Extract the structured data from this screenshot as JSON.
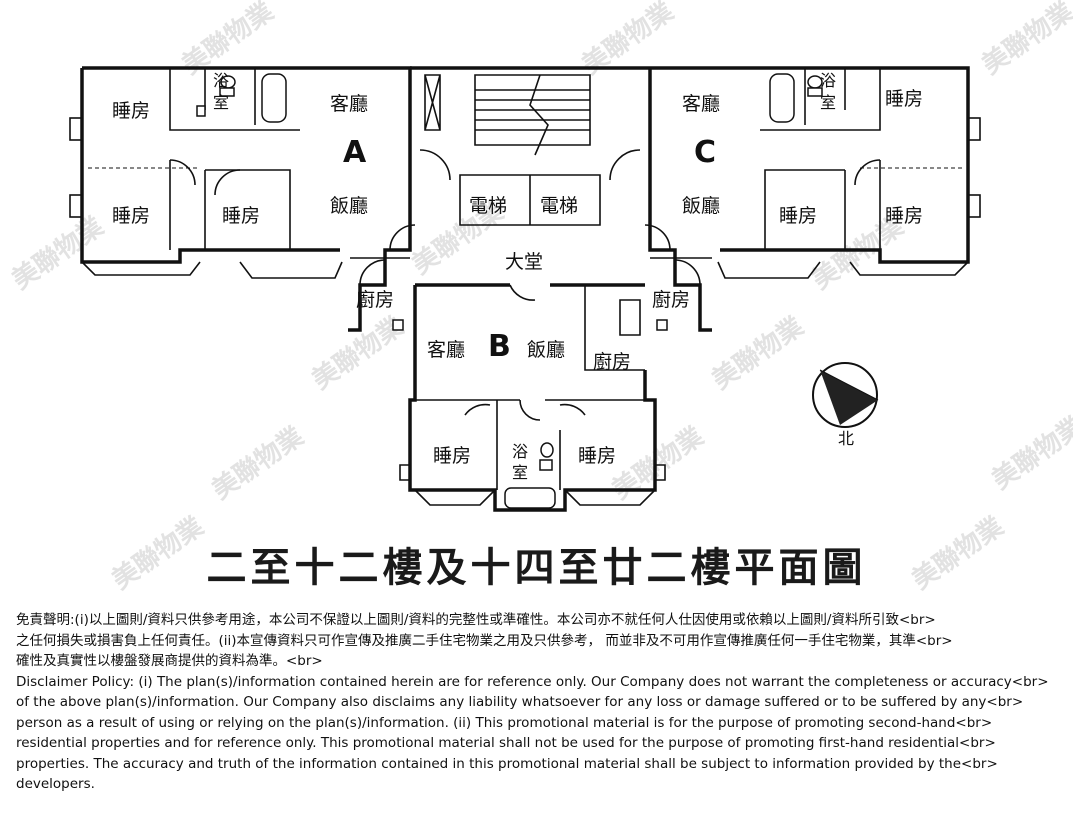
{
  "plan": {
    "units": {
      "a": "A",
      "b": "B",
      "c": "C"
    },
    "rooms": {
      "bedroom": "睡房",
      "living": "客廳",
      "dining": "飯廳",
      "kitchen": "廚房",
      "bath_top": "浴",
      "bath_bottom": "室",
      "lift": "電梯",
      "lobby": "大堂"
    },
    "north": "北",
    "watermark": "美聯物業",
    "title": "二至十二樓及十四至廿二樓平面圖"
  },
  "disclaimer": {
    "zh": [
      "免責聲明:(i)以上圖則/資料只供參考用途，本公司不保證以上圖則/資料的完整性或準確性。本公司亦不就任何人仕因使用或依賴以上圖則/資料所引致<br>",
      "之任何損失或損害負上任何責任。(ii)本宣傳資料只可作宣傳及推廣二手住宅物業之用及只供參考， 而並非及不可用作宣傳推廣任何一手住宅物業，其準<br>",
      "確性及真實性以樓盤發展商提供的資料為準。<br>"
    ],
    "en": [
      "Disclaimer Policy: (i) The plan(s)/information contained herein are for reference only. Our Company does not warrant the completeness or accuracy<br>",
      "of the above plan(s)/information. Our Company also disclaims any liability whatsoever for any loss or damage suffered or to be suffered by any<br>",
      "person as a result of using or relying on the plan(s)/information. (ii) This promotional material is for the purpose of promoting second-hand<br>",
      "residential properties and for reference only. This promotional material shall not be used for the purpose of promoting first-hand residential<br>",
      "properties. The accuracy and truth of the information contained in this promotional material shall be subject to information provided by the<br>",
      "developers."
    ]
  }
}
